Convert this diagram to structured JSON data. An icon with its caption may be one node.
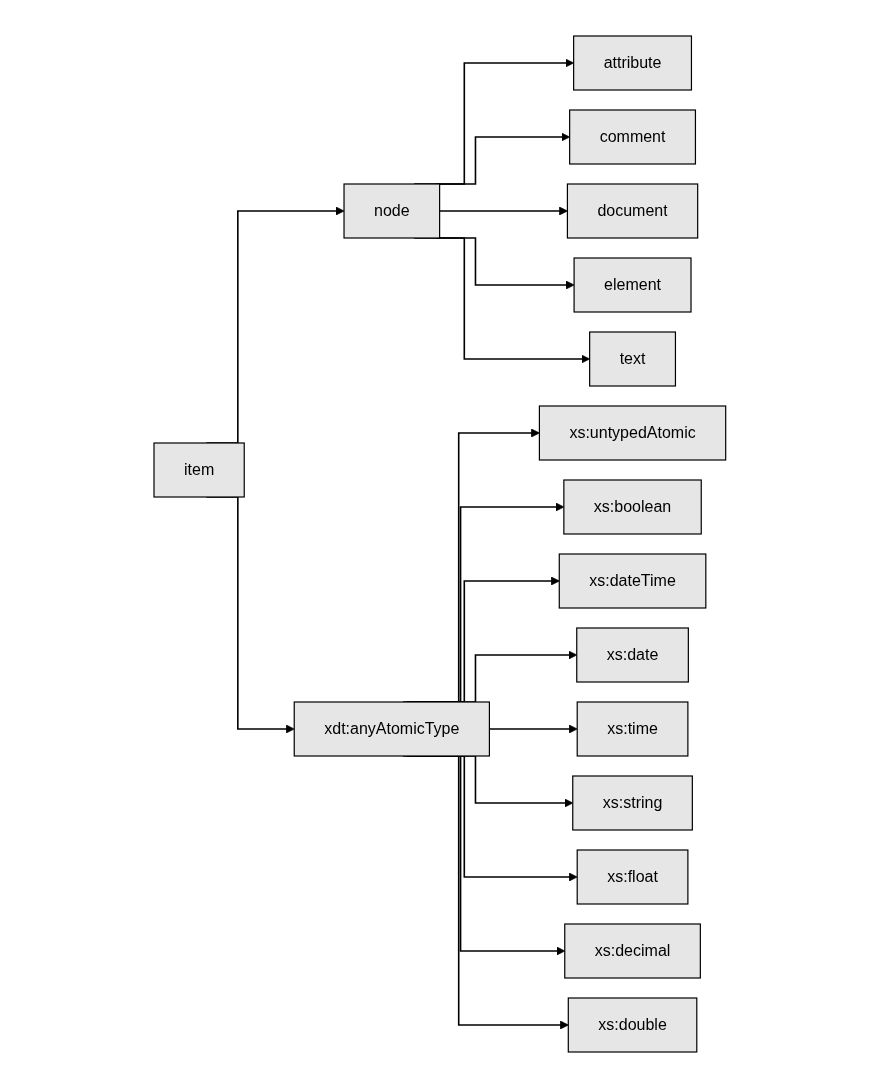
{
  "diagram": {
    "nodes": [
      {
        "text": [
          "item"
        ]
      },
      {
        "text": [
          "node"
        ]
      },
      {
        "text": [
          "xdt:anyAtomicType"
        ]
      },
      {
        "text": [
          "attribute"
        ]
      },
      {
        "text": [
          "comment"
        ]
      },
      {
        "text": [
          "document"
        ]
      },
      {
        "text": [
          "element"
        ]
      },
      {
        "text": [
          "text"
        ]
      },
      {
        "text": [
          "xs:untypedAtomic"
        ]
      },
      {
        "text": [
          "xs:boolean"
        ]
      },
      {
        "text": [
          "xs:dateTime"
        ]
      },
      {
        "text": [
          "xs:date"
        ]
      },
      {
        "text": [
          "xs:time"
        ]
      },
      {
        "text": [
          "xs:string"
        ]
      },
      {
        "text": [
          "xs:float"
        ]
      },
      {
        "text": [
          "xs:decimal"
        ]
      },
      {
        "text": [
          "xs:double"
        ]
      }
    ],
    "edges": [
      {
        "from": 0,
        "to": 1,
        "arrow": "to"
      },
      {
        "from": 0,
        "to": 2,
        "arrow": "to"
      },
      {
        "from": 1,
        "to": 3,
        "arrow": "to"
      },
      {
        "from": 1,
        "to": 4,
        "arrow": "to"
      },
      {
        "from": 1,
        "to": 5,
        "arrow": "to"
      },
      {
        "from": 1,
        "to": 6,
        "arrow": "to"
      },
      {
        "from": 1,
        "to": 7,
        "arrow": "to"
      },
      {
        "from": 2,
        "to": 8,
        "arrow": "to"
      },
      {
        "from": 2,
        "to": 9,
        "arrow": "to"
      },
      {
        "from": 2,
        "to": 10,
        "arrow": "to"
      },
      {
        "from": 2,
        "to": 11,
        "arrow": "to"
      },
      {
        "from": 2,
        "to": 12,
        "arrow": "to"
      },
      {
        "from": 2,
        "to": 13,
        "arrow": "to"
      },
      {
        "from": 2,
        "to": 14,
        "arrow": "to"
      },
      {
        "from": 2,
        "to": 15,
        "arrow": "to"
      },
      {
        "from": 2,
        "to": 16,
        "arrow": "to"
      }
    ]
  }
}
